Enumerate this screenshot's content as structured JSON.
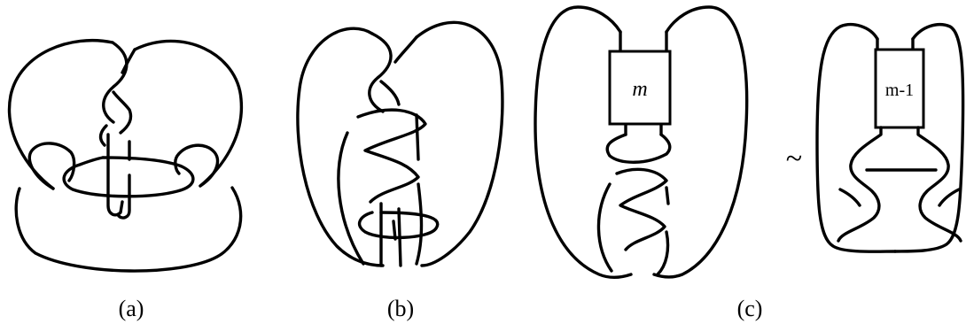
{
  "figure": {
    "panels": [
      {
        "caption": "(a)"
      },
      {
        "caption": "(b)"
      },
      {
        "caption": "(c)",
        "box_label": "m",
        "box_label_right": "m-1",
        "relation_symbol": "~"
      }
    ]
  }
}
